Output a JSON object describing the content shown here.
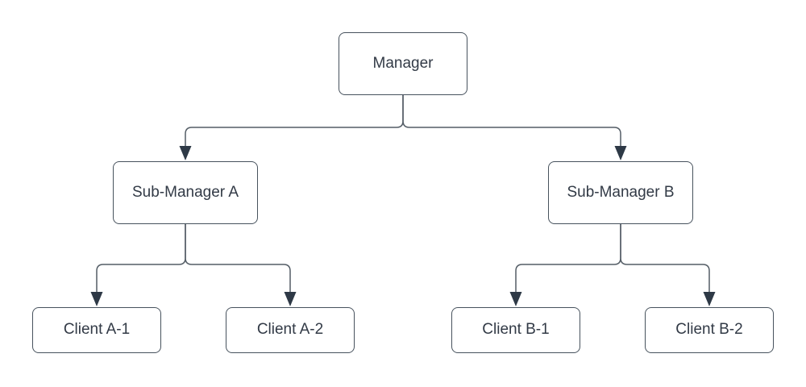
{
  "diagram": {
    "type": "org-chart",
    "background": "#ffffff",
    "colors": {
      "node_fill": "#ffffff",
      "node_border": "#47525d",
      "edge_line": "#545d66",
      "arrowhead_fill": "#2e3946",
      "text": "#323a46"
    },
    "nodes": [
      {
        "id": "manager",
        "label": "Manager"
      },
      {
        "id": "sub-manager-a",
        "label": "Sub-Manager A"
      },
      {
        "id": "sub-manager-b",
        "label": "Sub-Manager B"
      },
      {
        "id": "client-a1",
        "label": "Client A-1"
      },
      {
        "id": "client-a2",
        "label": "Client A-2"
      },
      {
        "id": "client-b1",
        "label": "Client B-1"
      },
      {
        "id": "client-b2",
        "label": "Client B-2"
      }
    ],
    "edges": [
      {
        "from": "Manager",
        "to": "Sub-Manager A"
      },
      {
        "from": "Manager",
        "to": "Sub-Manager B"
      },
      {
        "from": "Sub-Manager A",
        "to": "Client A-1"
      },
      {
        "from": "Sub-Manager A",
        "to": "Client A-2"
      },
      {
        "from": "Sub-Manager B",
        "to": "Client B-1"
      },
      {
        "from": "Sub-Manager B",
        "to": "Client B-2"
      }
    ]
  }
}
